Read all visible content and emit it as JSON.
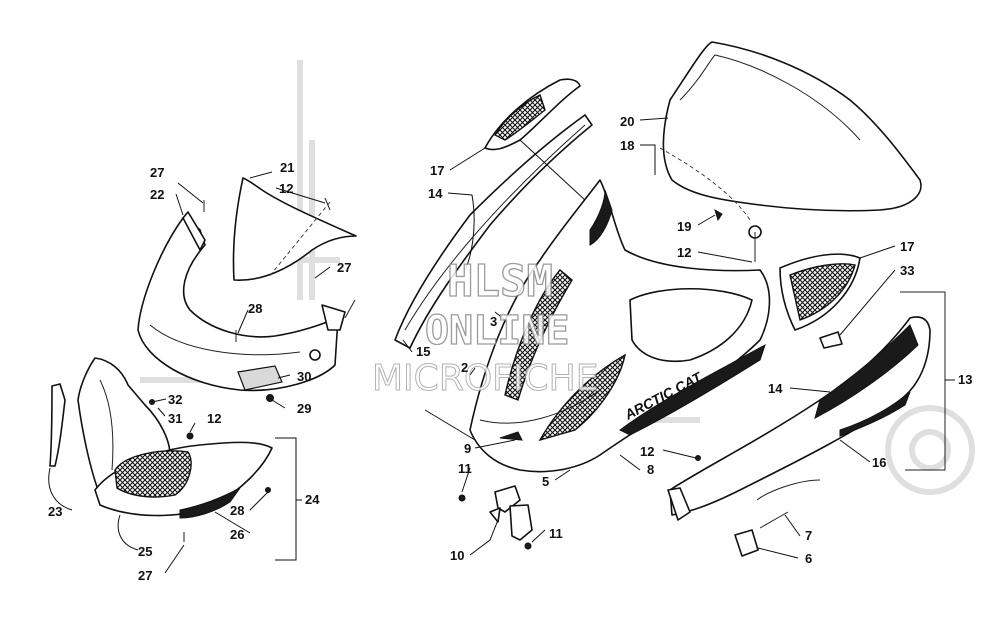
{
  "diagram": {
    "labels": [
      {
        "id": "l1",
        "text": "21"
      },
      {
        "id": "l2",
        "text": "27"
      },
      {
        "id": "l3",
        "text": "12"
      },
      {
        "id": "l4",
        "text": "22"
      },
      {
        "id": "l5",
        "text": "27"
      },
      {
        "id": "l6",
        "text": "28"
      },
      {
        "id": "l7",
        "text": "30"
      },
      {
        "id": "l8",
        "text": "29"
      },
      {
        "id": "l9",
        "text": "32"
      },
      {
        "id": "l10",
        "text": "31"
      },
      {
        "id": "l11",
        "text": "12"
      },
      {
        "id": "l12",
        "text": "24"
      },
      {
        "id": "l13",
        "text": "23"
      },
      {
        "id": "l14",
        "text": "28"
      },
      {
        "id": "l15",
        "text": "26"
      },
      {
        "id": "l16",
        "text": "25"
      },
      {
        "id": "l17",
        "text": "27"
      },
      {
        "id": "l18",
        "text": "17"
      },
      {
        "id": "l19",
        "text": "14"
      },
      {
        "id": "l20",
        "text": "15"
      },
      {
        "id": "l21",
        "text": "3"
      },
      {
        "id": "l22",
        "text": "2"
      },
      {
        "id": "l23",
        "text": "9"
      },
      {
        "id": "l24",
        "text": "11"
      },
      {
        "id": "l25",
        "text": "10"
      },
      {
        "id": "l26",
        "text": "11"
      },
      {
        "id": "l27",
        "text": "5"
      },
      {
        "id": "l28",
        "text": "12"
      },
      {
        "id": "l29",
        "text": "8"
      },
      {
        "id": "l30",
        "text": "20"
      },
      {
        "id": "l31",
        "text": "18"
      },
      {
        "id": "l32",
        "text": "19"
      },
      {
        "id": "l33",
        "text": "12"
      },
      {
        "id": "l34",
        "text": "17"
      },
      {
        "id": "l35",
        "text": "33"
      },
      {
        "id": "l36",
        "text": "13"
      },
      {
        "id": "l37",
        "text": "14"
      },
      {
        "id": "l38",
        "text": "16"
      },
      {
        "id": "l39",
        "text": "7"
      },
      {
        "id": "l40",
        "text": "6"
      }
    ]
  },
  "watermark": {
    "line1": "HLSM",
    "line2": "ONLINE",
    "line3": "MICROFICHE"
  },
  "decal": {
    "text": "ARCTIC CAT"
  }
}
